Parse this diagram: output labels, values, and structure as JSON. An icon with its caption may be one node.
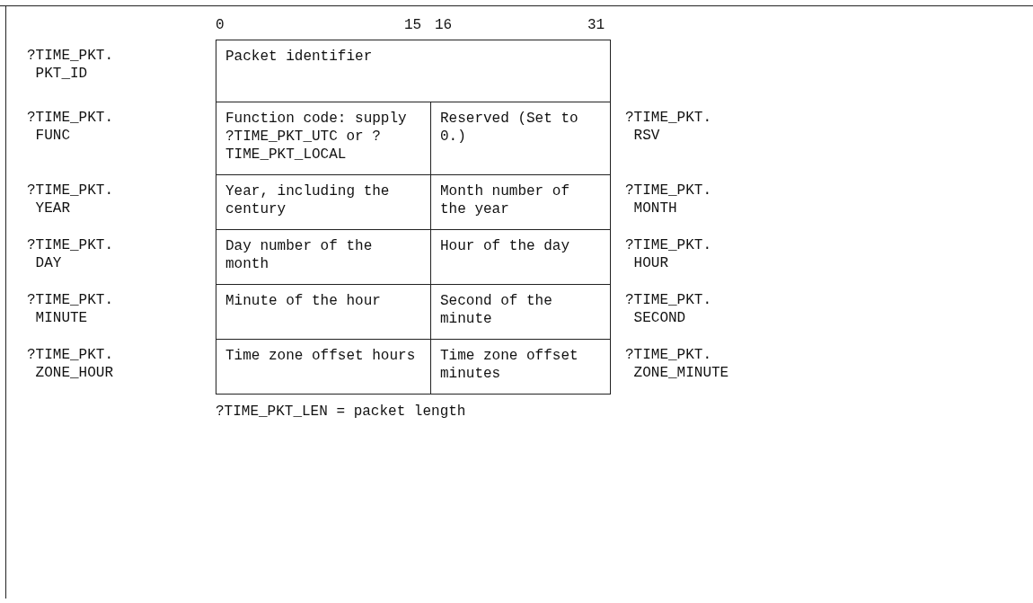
{
  "diagram": {
    "labels": [
      "0",
      "15",
      "16",
      "31",
      "?TIME_PKT. PKT_ID",
      "Packet identifier",
      "?TIME_PKT. FUNC",
      "Function code: supply ?TIME_PKT_UTC or ?TIME_PKT_LOCAL",
      "Reserved (Set to 0.)",
      "?TIME_PKT. RSV",
      "?TIME_PKT. YEAR",
      "Year, including the century",
      "Month number of the year",
      "?TIME_PKT. MONTH",
      "?TIME_PKT. DAY",
      "Day number of the month",
      "Hour of the day",
      "?TIME_PKT. HOUR",
      "?TIME_PKT. MINUTE",
      "Minute of the hour",
      "Second of the minute",
      "?TIME_PKT. SECOND",
      "?TIME_PKT. ZONE_HOUR",
      "Time zone offset hours",
      "Time zone offset minutes",
      "?TIME_PKT. ZONE_MINUTE",
      "?TIME_PKT_LEN = packet length"
    ]
  }
}
